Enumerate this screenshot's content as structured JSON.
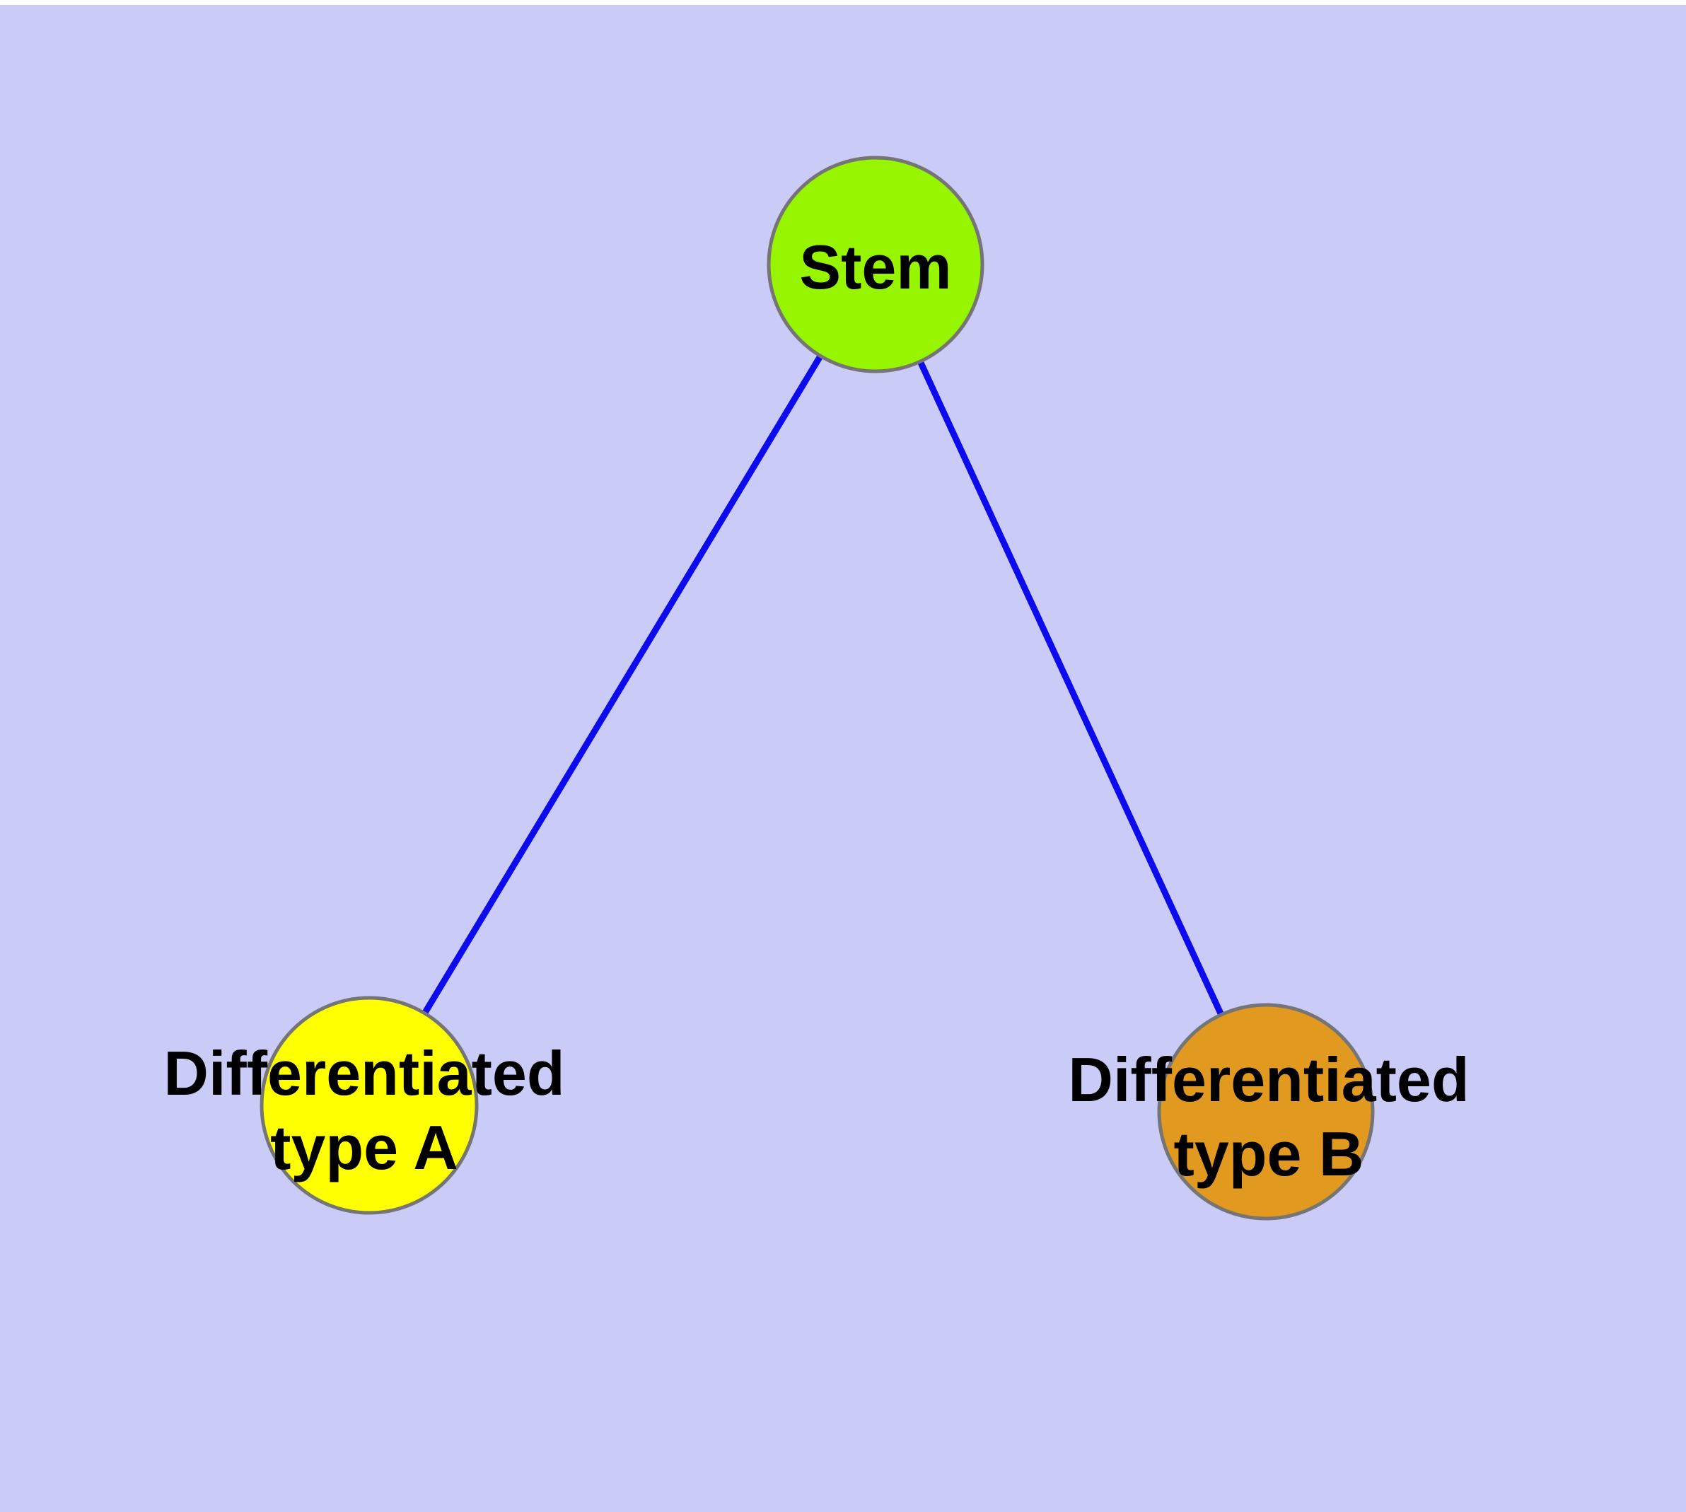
{
  "diagram": {
    "colors": {
      "background": "#cbcbf7",
      "page_margin": "#ffffff",
      "edge": "#0b0bee",
      "node_border": "#757575",
      "label_text": "#000000",
      "stem_fill": "#97f500",
      "type_a_fill": "#ffff00",
      "type_b_fill": "#e2991f"
    },
    "nodes": [
      {
        "id": "stem",
        "label": "Stem",
        "fill": "#97f500"
      },
      {
        "id": "differentiated-type-a",
        "label_line1": "Differentiated",
        "label_line2": "type A",
        "fill": "#ffff00"
      },
      {
        "id": "differentiated-type-b",
        "label_line1": "Differentiated",
        "label_line2": "type B",
        "fill": "#e2991f"
      }
    ],
    "edges": [
      {
        "from": "Stem",
        "to": "Differentiated type A"
      },
      {
        "from": "Stem",
        "to": "Differentiated type B"
      }
    ]
  }
}
